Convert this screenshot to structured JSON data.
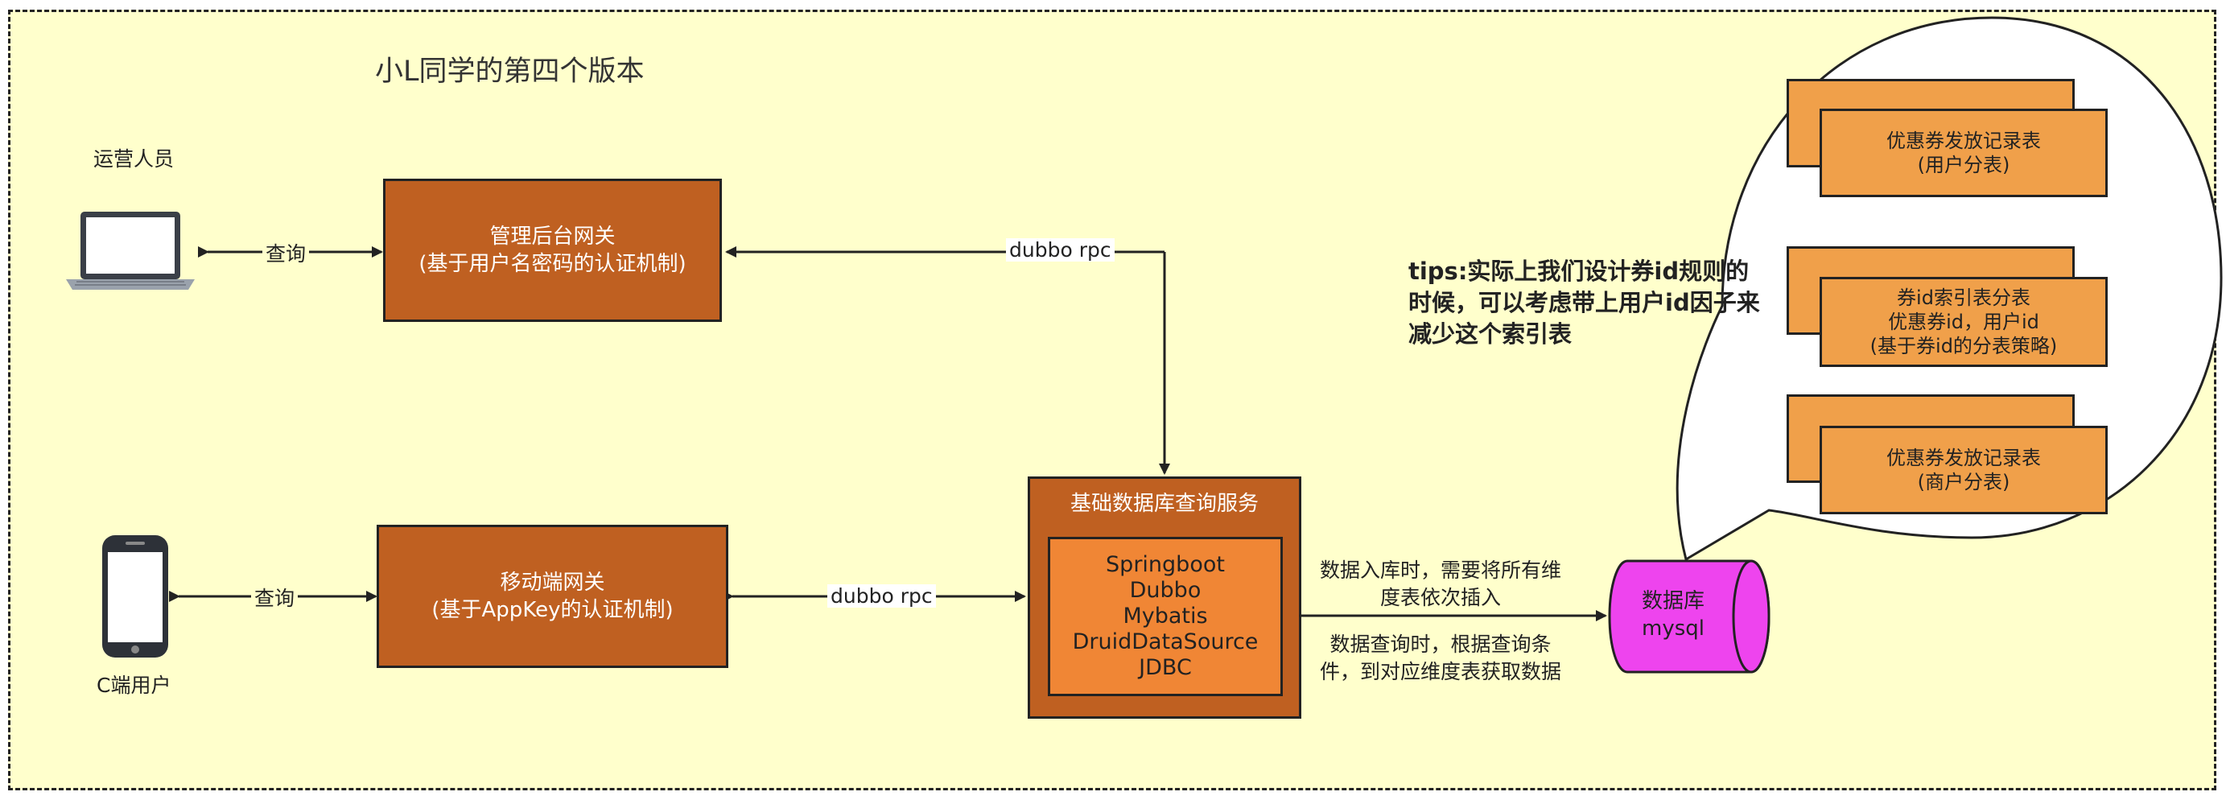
{
  "title": "小L同学的第四个版本",
  "actors": {
    "operator": "运营人员",
    "c_user": "C端用户"
  },
  "edges": {
    "query1": "查询",
    "query2": "查询",
    "rpc1": "dubbo rpc",
    "rpc2": "dubbo rpc"
  },
  "gateways": {
    "admin_line1": "管理后台网关",
    "admin_line2": "(基于用户名密码的认证机制)",
    "mobile_line1": "移动端网关",
    "mobile_line2": "(基于AppKey的认证机制)"
  },
  "service": {
    "title": "基础数据库查询服务",
    "stack": [
      "Springboot",
      "Dubbo",
      "Mybatis",
      "DruidDataSource",
      "JDBC"
    ]
  },
  "notes": {
    "write_line1": "数据入库时，需要将所有维",
    "write_line2": "度表依次插入",
    "read_line1": "数据查询时，根据查询条",
    "read_line2": "件，到对应维度表获取数据"
  },
  "database": {
    "line1": "数据库",
    "line2": "mysql"
  },
  "tables": [
    {
      "line1": "优惠券发放记录表",
      "line2": "(用户分表)"
    },
    {
      "line1": "券id索引表分表",
      "line2": "优惠券id，用户id",
      "line3": "(基于券id的分表策略)"
    },
    {
      "line1": "优惠券发放记录表",
      "line2": "(商户分表)"
    }
  ],
  "tips": "tips:实际上我们设计券id规则的时候，可以考虑带上用户id因子来减少这个索引表",
  "colors": {
    "canvas": "#ffffcc",
    "gateway": "#bf6021",
    "service_inner": "#f08635",
    "table": "#f0a04a",
    "database": "#ee44ee"
  }
}
